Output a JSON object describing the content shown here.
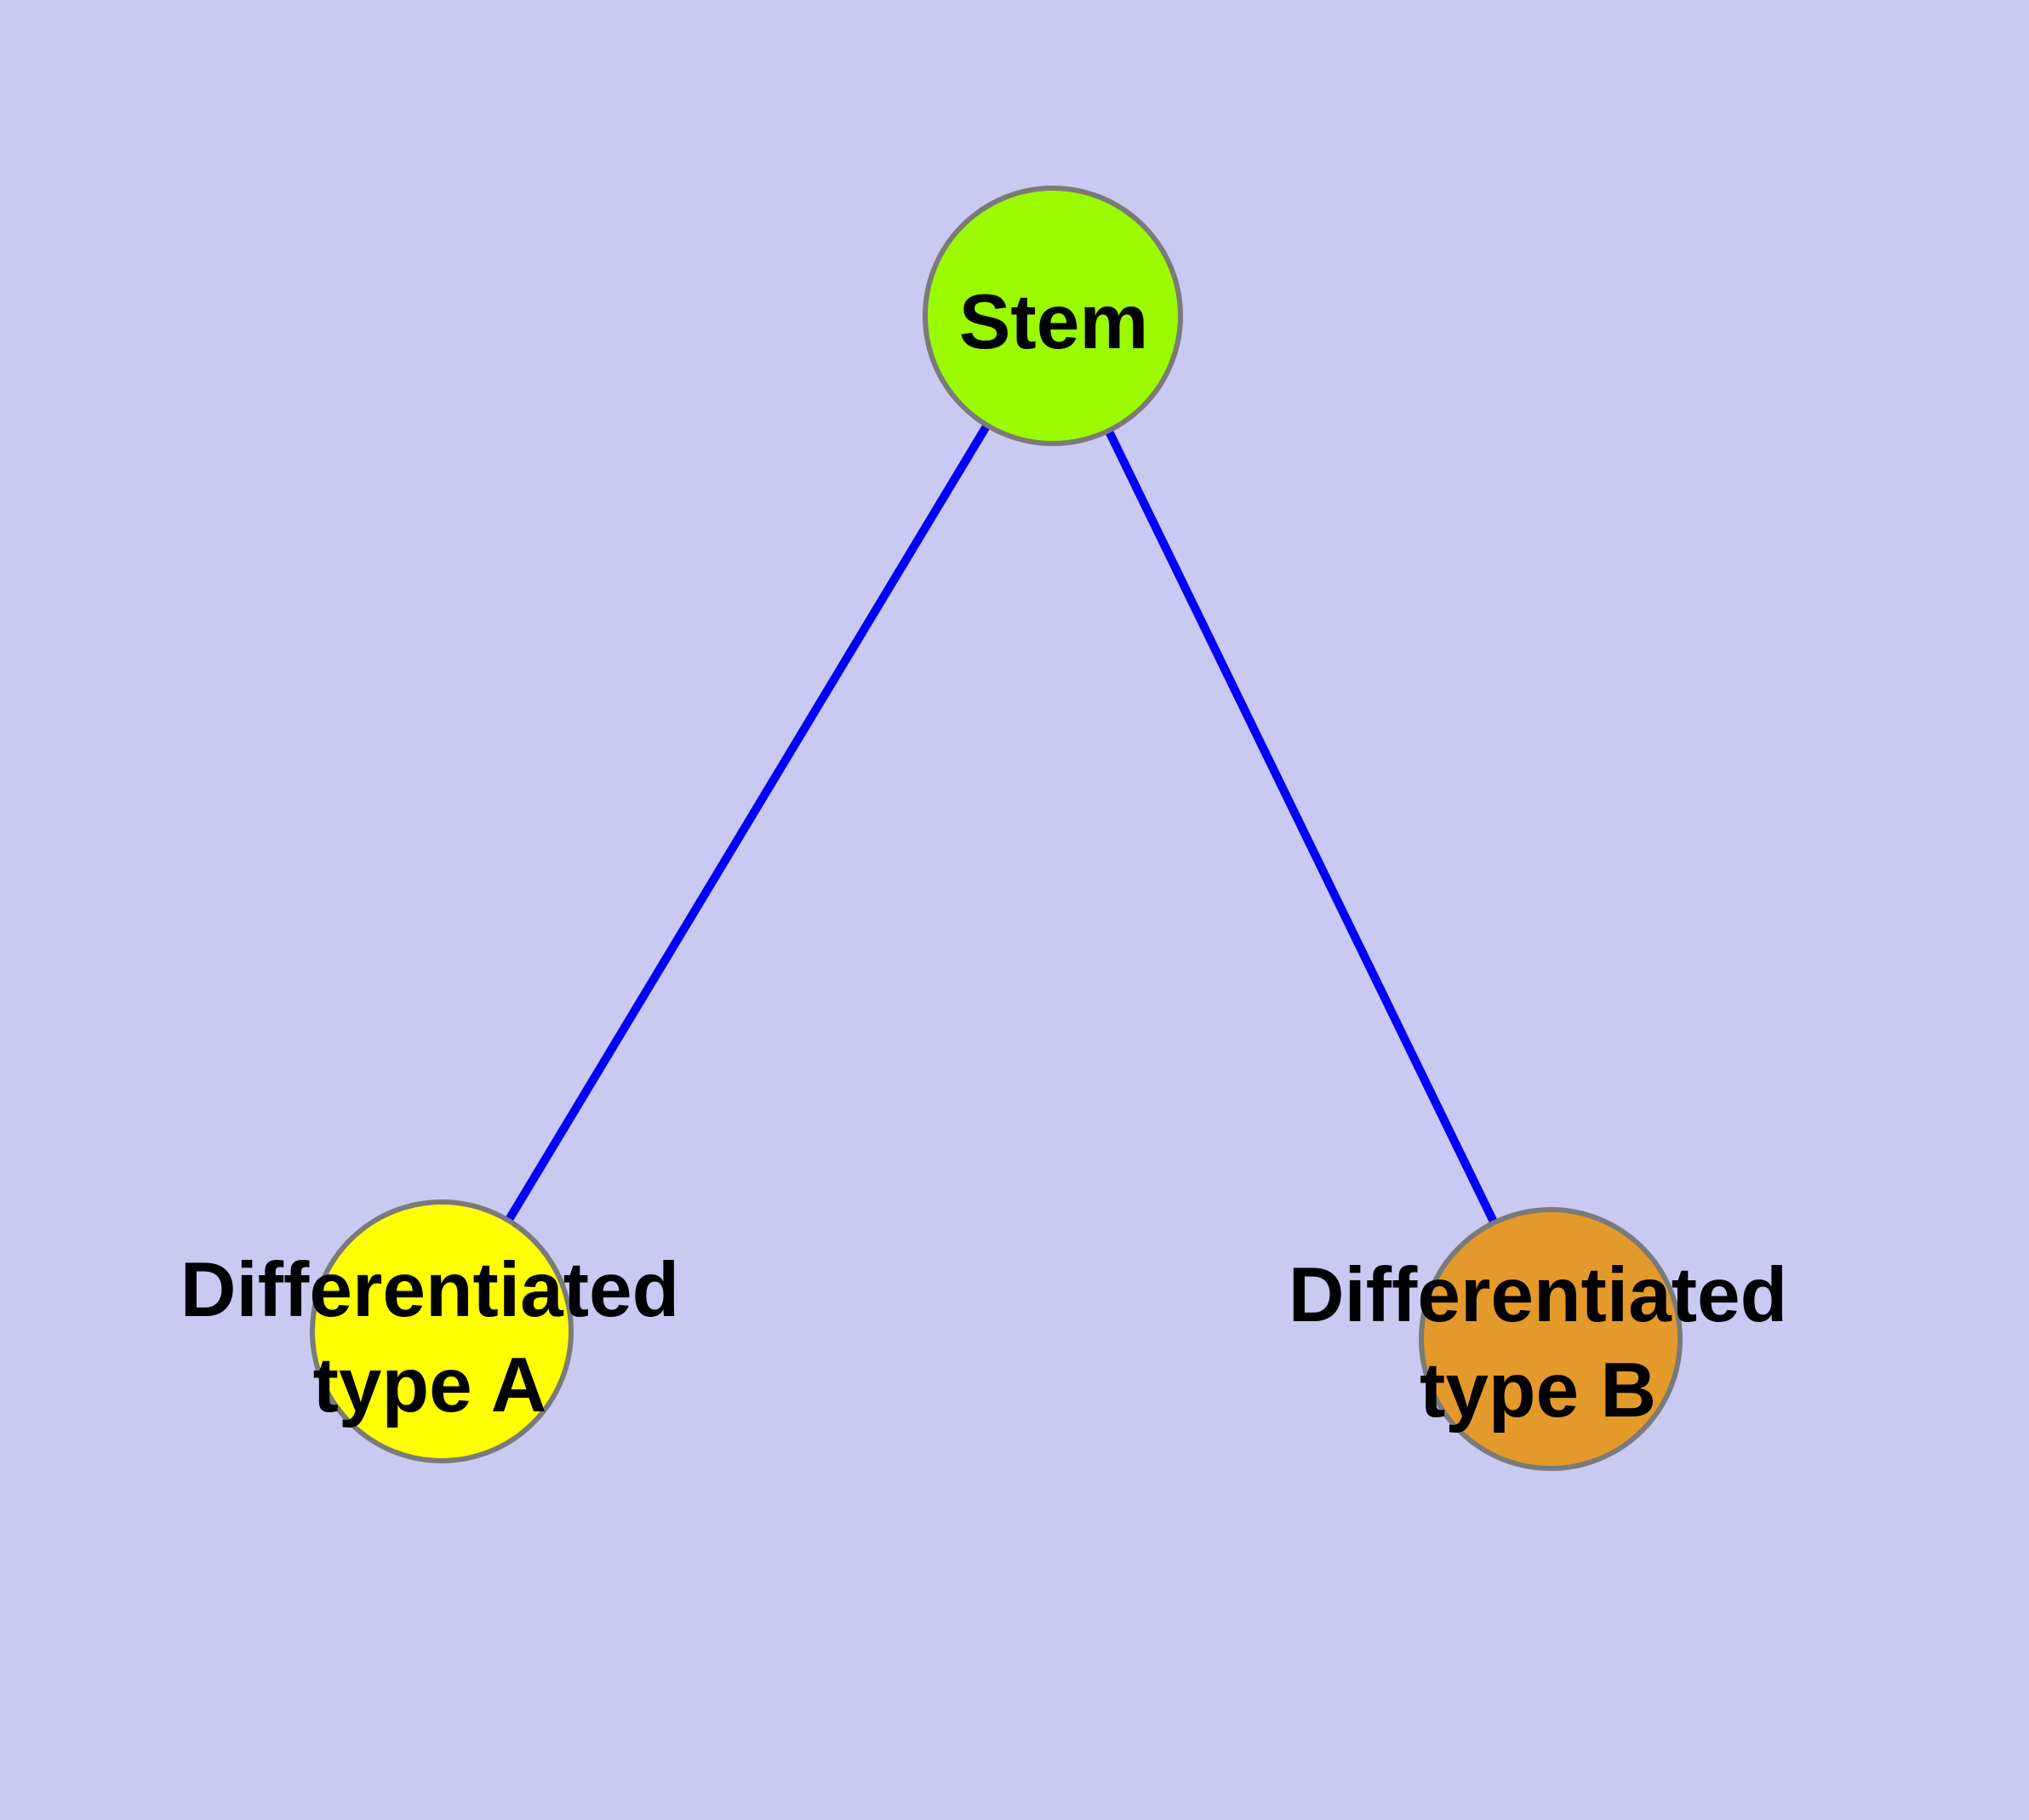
{
  "diagram": {
    "type": "node-link-graph",
    "nodes": [
      {
        "id": "stem",
        "label": "Stem",
        "fill": "#9BF900",
        "shape": "circle"
      },
      {
        "id": "type-a",
        "label": "Differentiated\ntype A",
        "fill": "#FFFF00",
        "shape": "circle"
      },
      {
        "id": "type-b",
        "label": "Differentiated\ntype B",
        "fill": "#E39A2B",
        "shape": "circle"
      }
    ],
    "edges": [
      {
        "from": "stem",
        "to": "type-a"
      },
      {
        "from": "stem",
        "to": "type-b"
      }
    ],
    "colors": {
      "background": "#C9C9F1",
      "edge": "#0000FA",
      "node_border": "#7A7A7A",
      "label_text": "#000000"
    }
  }
}
